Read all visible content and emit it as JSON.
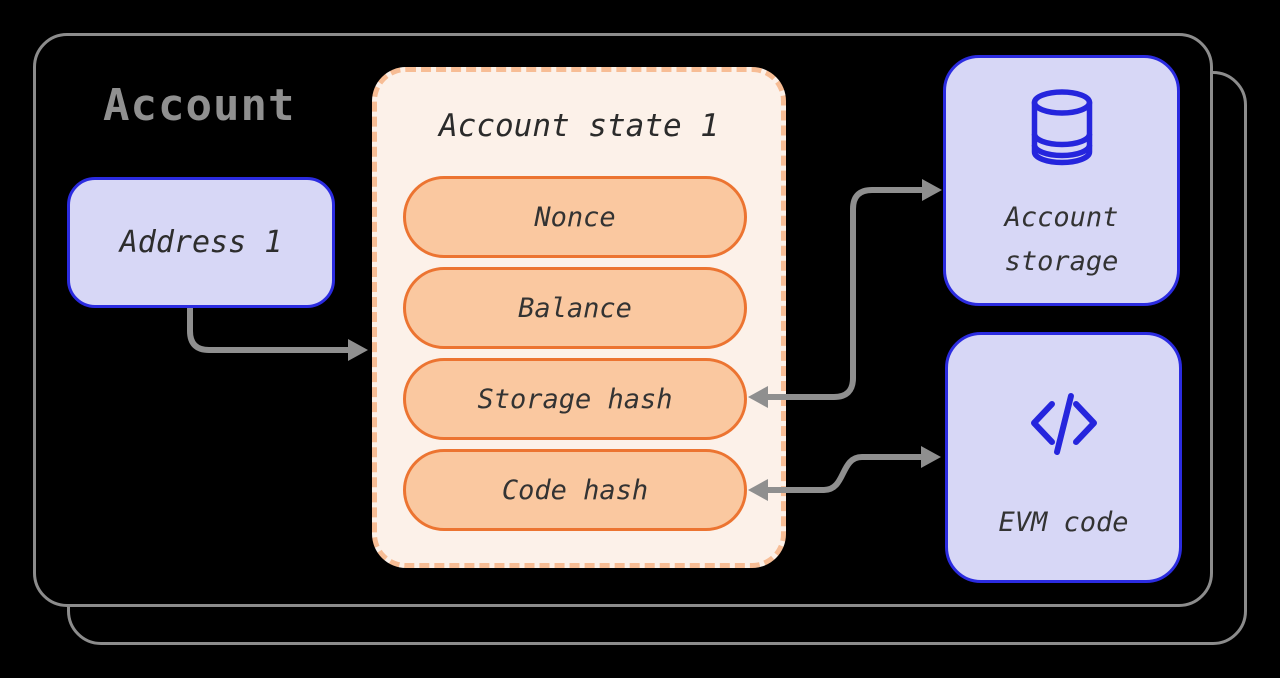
{
  "diagram": {
    "title": "Account",
    "address_box": {
      "label": "Address 1"
    },
    "state_box": {
      "title": "Account state 1",
      "pills": [
        "Nonce",
        "Balance",
        "Storage hash",
        "Code hash"
      ]
    },
    "storage_box": {
      "icon": "database-icon",
      "label_line1": "Account",
      "label_line2": "storage"
    },
    "evm_box": {
      "icon": "code-icon",
      "label": "EVM code"
    },
    "arrows": [
      {
        "name": "address-to-state",
        "from": "Address 1",
        "to": "Account state 1",
        "direction": "right"
      },
      {
        "name": "storage-hash-link",
        "from": "Storage hash",
        "to": "Account storage",
        "direction": "both"
      },
      {
        "name": "code-hash-link",
        "from": "Code hash",
        "to": "EVM code",
        "direction": "both"
      }
    ],
    "colors": {
      "background": "#000000",
      "frame_gray": "#8c8c8c",
      "title_gray": "#909090",
      "lavender_fill": "#d7d7f6",
      "accent_blue": "#2b2be0",
      "peach_fill": "#fcf1e9",
      "peach_dash": "#f7bd95",
      "orange_fill": "#fac8a0",
      "orange_border": "#ec7431",
      "text_dark": "#2d2d2d",
      "arrow_gray": "#8f8f8f"
    }
  }
}
